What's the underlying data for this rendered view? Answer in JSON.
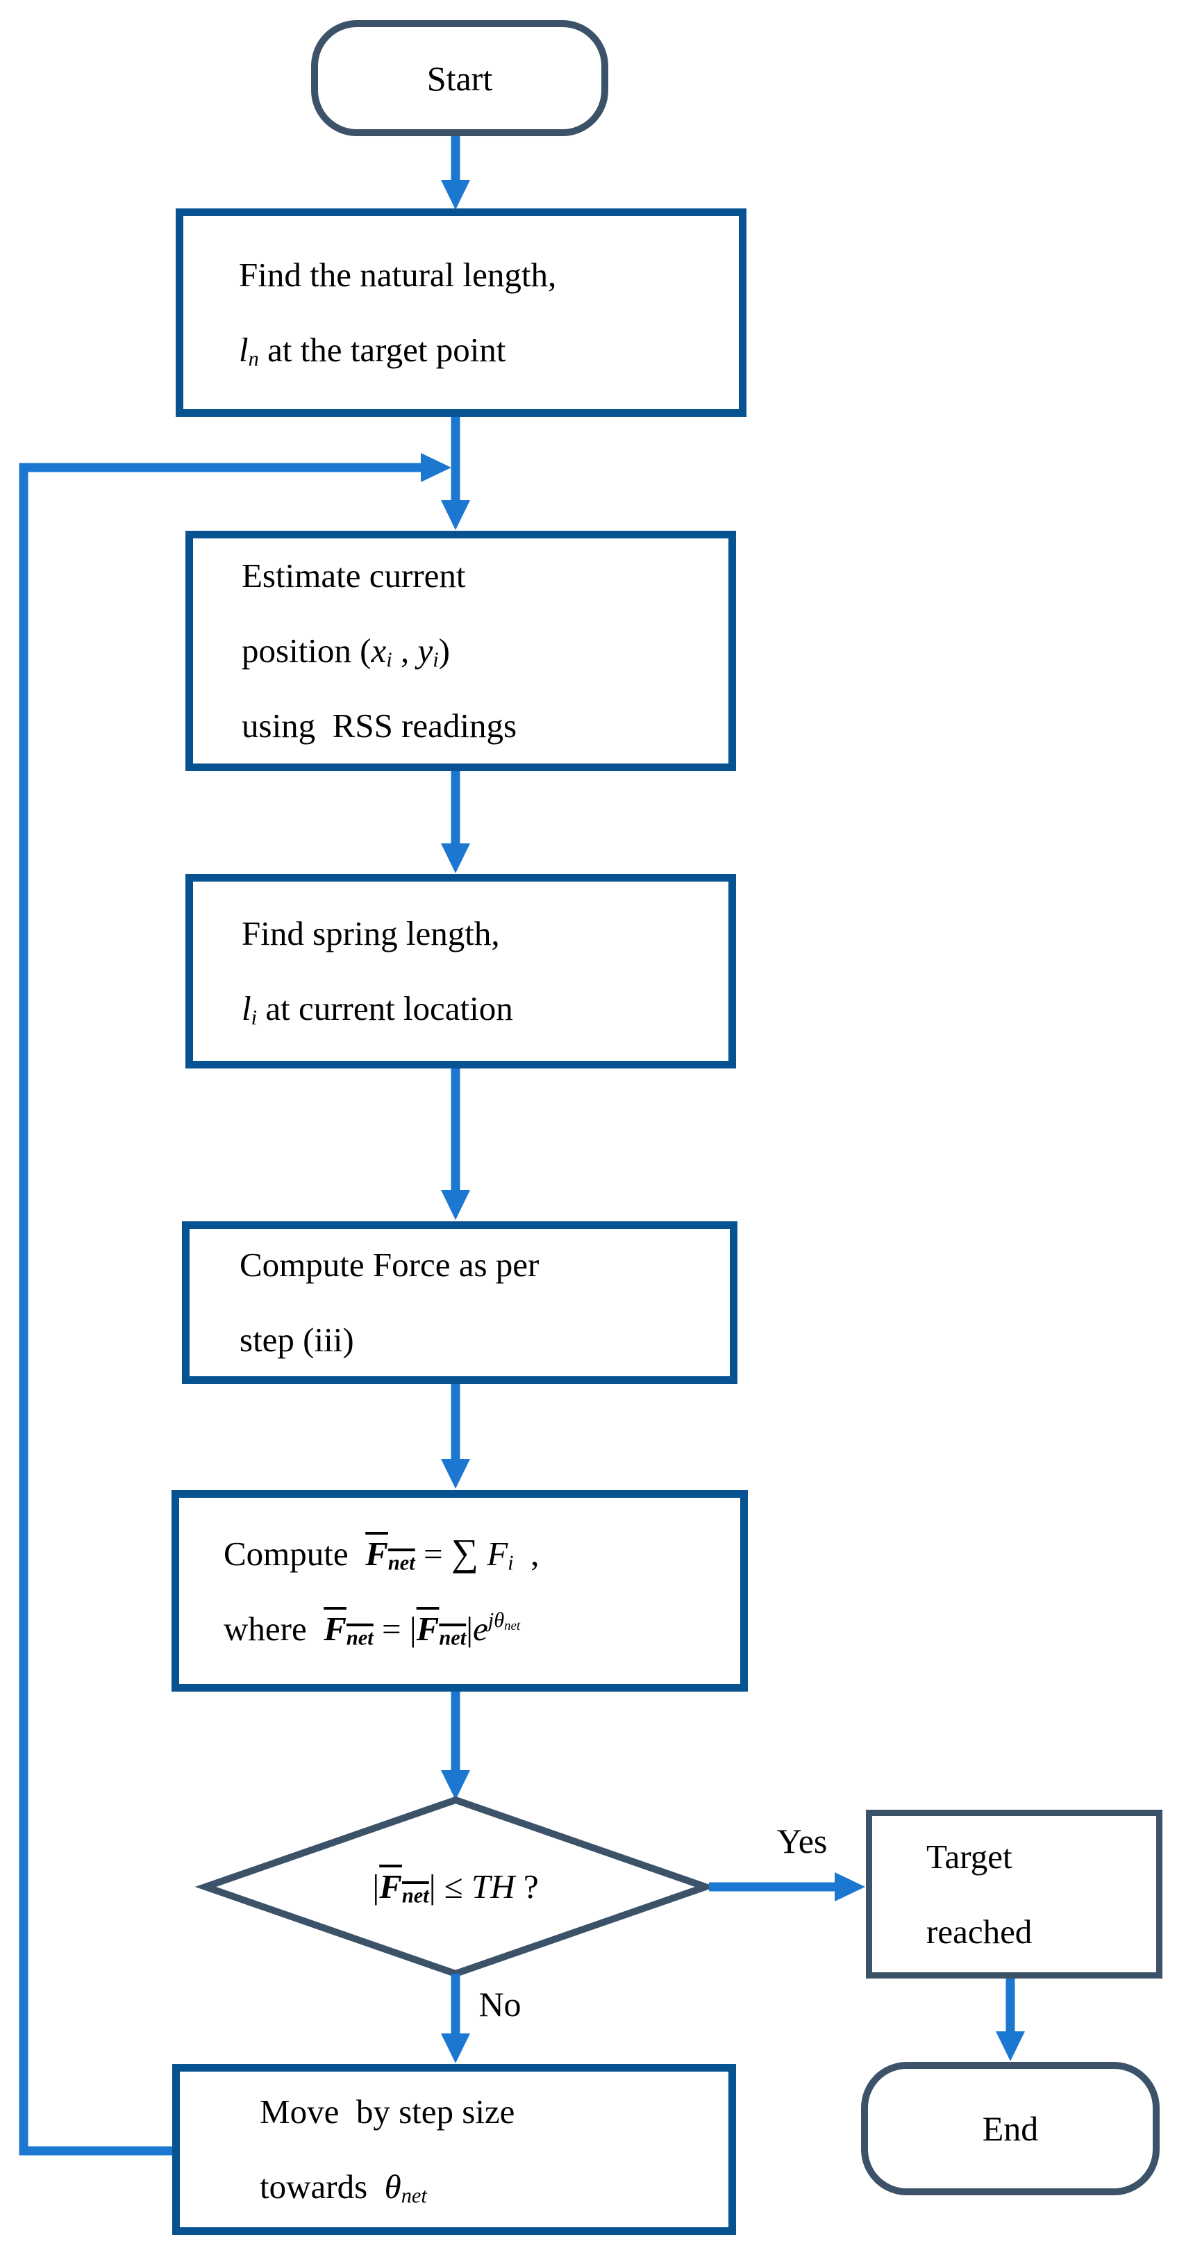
{
  "colors": {
    "process": "#075290",
    "terminal": "#3C5269",
    "arrow": "#1C77D1",
    "text": "#000000",
    "bg": "#ffffff"
  },
  "nodes": {
    "start": {
      "label": "Start"
    },
    "find_natural_length": {
      "lines": [
        [
          {
            "t": "Find the natural length,"
          }
        ],
        [
          {
            "t": "l",
            "c": "i"
          },
          {
            "t": "n",
            "c": "sub i"
          },
          {
            "t": " at the target point"
          }
        ]
      ]
    },
    "estimate_position": {
      "lines": [
        [
          {
            "t": "Estimate current"
          }
        ],
        [
          {
            "t": "position ("
          },
          {
            "t": "x",
            "c": "i"
          },
          {
            "t": "i",
            "c": "sub i"
          },
          {
            "t": " , "
          },
          {
            "t": "y",
            "c": "i"
          },
          {
            "t": "i",
            "c": "sub i"
          },
          {
            "t": ")"
          }
        ],
        [
          {
            "t": "using  RSS readings"
          }
        ]
      ]
    },
    "find_spring_length": {
      "lines": [
        [
          {
            "t": "Find spring length,"
          }
        ],
        [
          {
            "t": "l",
            "c": "i"
          },
          {
            "t": "i",
            "c": "sub i"
          },
          {
            "t": " at current location"
          }
        ]
      ]
    },
    "compute_force": {
      "lines": [
        [
          {
            "t": "Compute Force as per"
          }
        ],
        [
          {
            "t": "step (iii)"
          }
        ]
      ]
    },
    "compute_net_force": {
      "lines": [
        [
          {
            "t": "Compute  "
          },
          {
            "c": "ov",
            "s": [
              {
                "t": "F",
                "c": "bi"
              },
              {
                "t": "net",
                "c": "sub bi"
              }
            ]
          },
          {
            "t": " = "
          },
          {
            "t": "∑",
            "c": "sum"
          },
          {
            "t": " "
          },
          {
            "t": "F",
            "c": "i"
          },
          {
            "t": "i",
            "c": "sub i"
          },
          {
            "t": "  ,"
          }
        ],
        [
          {
            "t": "where  "
          },
          {
            "c": "ov",
            "s": [
              {
                "t": "F",
                "c": "bi"
              },
              {
                "t": "net",
                "c": "sub bi"
              }
            ]
          },
          {
            "t": " = |"
          },
          {
            "c": "ov",
            "s": [
              {
                "t": "F",
                "c": "bi"
              },
              {
                "t": "net",
                "c": "sub bi"
              }
            ]
          },
          {
            "t": "|"
          },
          {
            "t": "e",
            "c": "i"
          },
          {
            "c": "sup",
            "s": [
              {
                "t": "j",
                "c": "i"
              },
              {
                "t": "θ",
                "c": "i"
              },
              {
                "t": "net",
                "c": "sub i"
              }
            ]
          }
        ]
      ]
    },
    "decision": {
      "lines": [
        [
          {
            "t": "|"
          },
          {
            "c": "ov",
            "s": [
              {
                "t": "F",
                "c": "bi"
              },
              {
                "t": "net",
                "c": "sub bi"
              }
            ]
          },
          {
            "t": "| ≤ "
          },
          {
            "t": "TH",
            "c": "i"
          },
          {
            "t": " ?"
          }
        ]
      ]
    },
    "target_reached": {
      "lines": [
        [
          {
            "t": "Target"
          }
        ],
        [
          {
            "t": "reached"
          }
        ]
      ]
    },
    "end": {
      "label": "End"
    },
    "move_step": {
      "lines": [
        [
          {
            "t": "Move  by step size"
          }
        ],
        [
          {
            "t": "towards  "
          },
          {
            "t": "θ",
            "c": "i"
          },
          {
            "t": "net",
            "c": "sub i"
          }
        ]
      ]
    }
  },
  "edge_labels": {
    "yes": "Yes",
    "no": "No"
  }
}
